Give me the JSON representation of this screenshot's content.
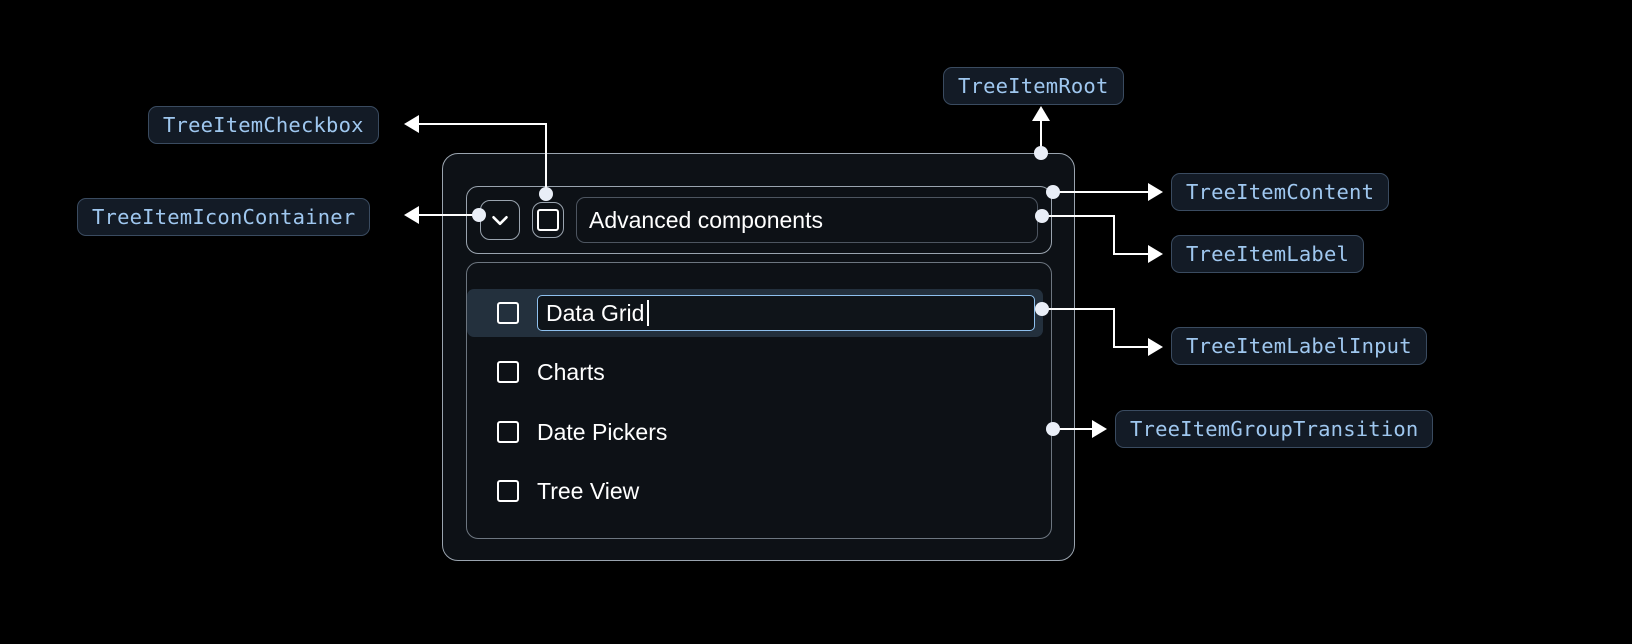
{
  "annotations": [
    {
      "id": "tree-item-checkbox",
      "label": "TreeItemCheckbox"
    },
    {
      "id": "tree-item-icon-container",
      "label": "TreeItemIconContainer"
    },
    {
      "id": "tree-item-root",
      "label": "TreeItemRoot"
    },
    {
      "id": "tree-item-content",
      "label": "TreeItemContent"
    },
    {
      "id": "tree-item-label",
      "label": "TreeItemLabel"
    },
    {
      "id": "tree-item-label-input",
      "label": "TreeItemLabelInput"
    },
    {
      "id": "tree-item-group-transition",
      "label": "TreeItemGroupTransition"
    }
  ],
  "tree": {
    "root_item": {
      "label": "Advanced components",
      "expand_icon": "chevron-down-icon",
      "checkbox_state": "unchecked"
    },
    "children": [
      {
        "label": "Data Grid",
        "editing": true,
        "checkbox_state": "unchecked"
      },
      {
        "label": "Charts",
        "editing": false,
        "checkbox_state": "unchecked"
      },
      {
        "label": "Date Pickers",
        "editing": false,
        "checkbox_state": "unchecked"
      },
      {
        "label": "Tree View",
        "editing": false,
        "checkbox_state": "unchecked"
      }
    ]
  },
  "colors": {
    "background": "#000000",
    "chip_bg": "#131b26",
    "chip_border": "#3a4b60",
    "chip_text": "#9fc7ef",
    "panel_bg": "#0d1116",
    "panel_border": "#9aa4af",
    "connector": "#ffffff",
    "dot": "#e9eef7",
    "selected_row_bg": "#23303d",
    "input_border": "#8ec0ee",
    "text": "#ffffff"
  }
}
